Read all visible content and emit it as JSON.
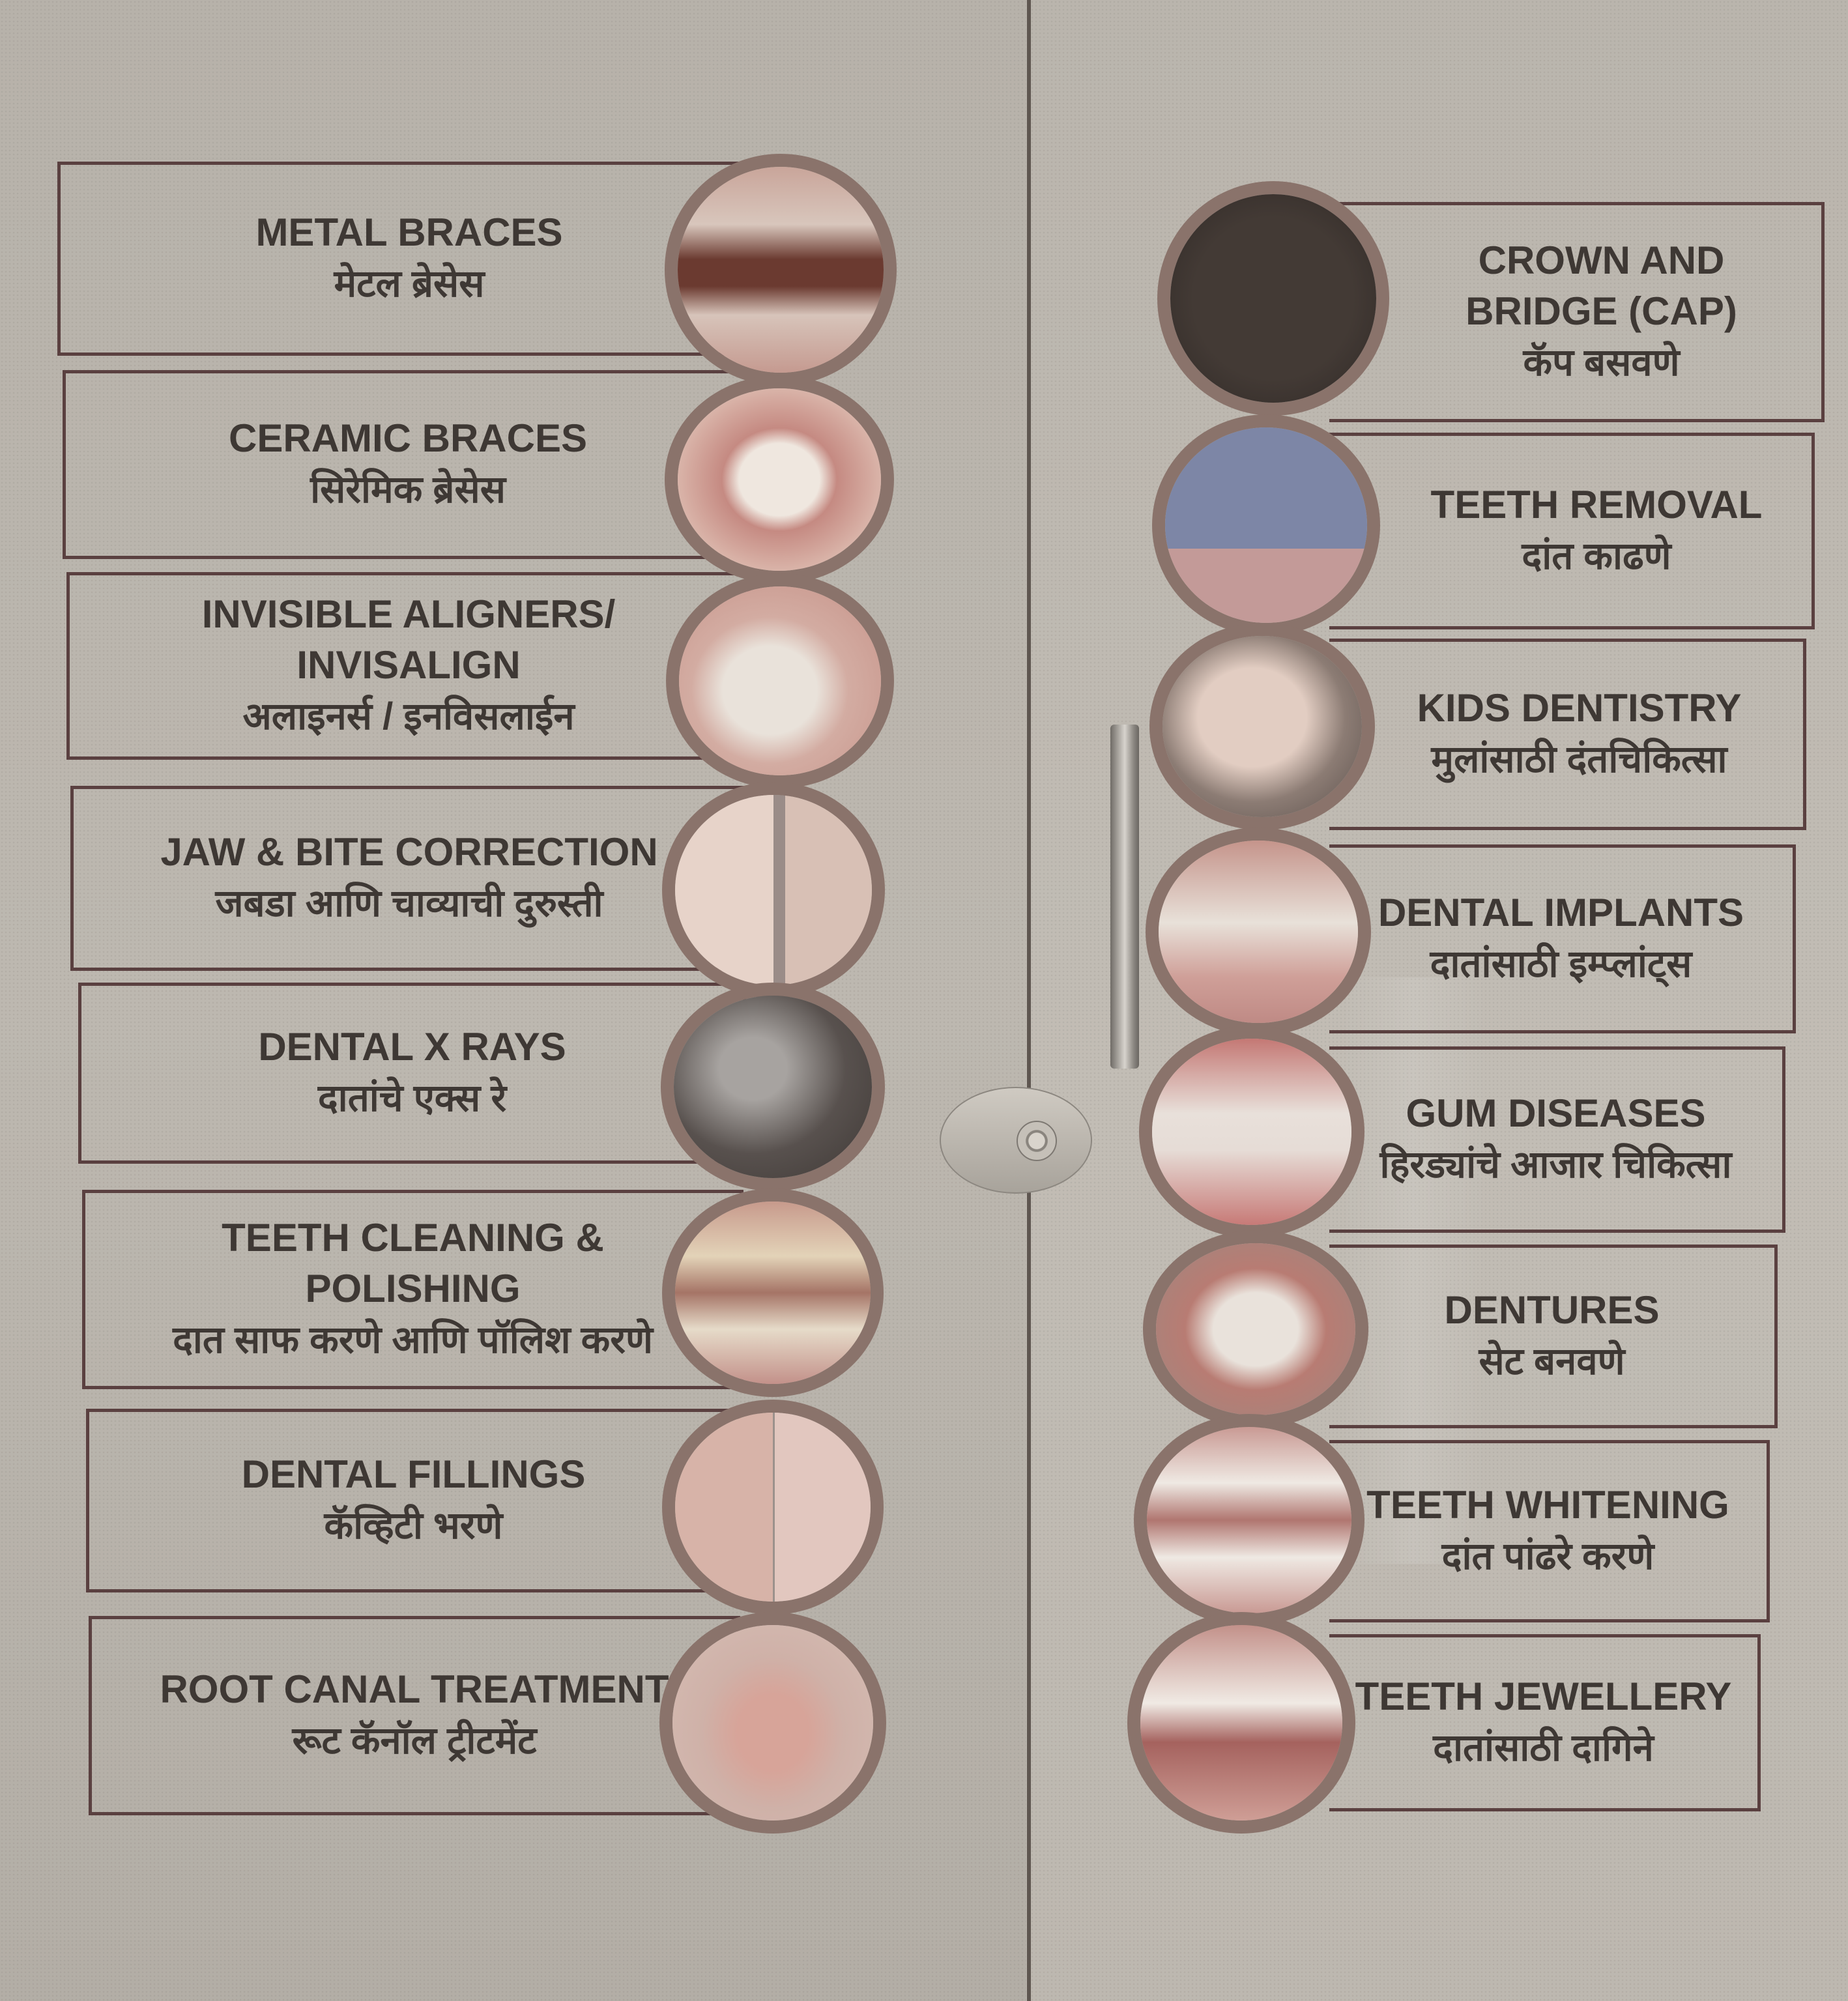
{
  "scene": {
    "description": "Glass double door of a dental clinic with services signage",
    "colors": {
      "panel_border": "#5a4040",
      "text": "#3e3834",
      "circle_ring": "#8a736b",
      "background": "#b9b4ac"
    }
  },
  "left_services": [
    {
      "en": "METAL BRACES",
      "mr": "मेटल ब्रेसेस",
      "image": "metal-braces-photo"
    },
    {
      "en": "CERAMIC BRACES",
      "mr": "सिरेमिक ब्रेसेस",
      "image": "ceramic-braces-photo"
    },
    {
      "en": "INVISIBLE ALIGNERS/ INVISALIGN",
      "mr": "अलाइनर्स / इनविसलाईन",
      "image": "aligners-photo"
    },
    {
      "en": "JAW & BITE  CORRECTION",
      "mr": "जबडा आणि चाव्याची दुरुस्ती",
      "image": "jaw-profile-photo"
    },
    {
      "en": "DENTAL X RAYS",
      "mr": "दातांचे एक्स रे",
      "image": "xray-photo"
    },
    {
      "en": "TEETH CLEANING & POLISHING",
      "mr": "दात साफ करणे आणि पॉलिश करणे",
      "image": "cleaning-photo"
    },
    {
      "en": "DENTAL FILLINGS",
      "mr": "कॅव्हिटी भरणे",
      "image": "fillings-photo"
    },
    {
      "en": "ROOT CANAL TREATMENT",
      "mr": "रूट कॅनॉल ट्रीटमेंट",
      "image": "root-canal-photo"
    }
  ],
  "right_services": [
    {
      "en": "CROWN AND BRIDGE (CAP)",
      "mr": "कॅप बसवणे",
      "image": "crown-photo"
    },
    {
      "en": "TEETH REMOVAL",
      "mr": "दांत काढणे",
      "image": "tooth-cartoon"
    },
    {
      "en": "KIDS DENTISTRY",
      "mr": "मुलांसाठी दंतचिकित्सा",
      "image": "kid-patient-photo"
    },
    {
      "en": "DENTAL IMPLANTS",
      "mr": "दातांसाठी इम्प्लांट्स",
      "image": "implant-photo"
    },
    {
      "en": "GUM DISEASES",
      "mr": "हिरड्यांचे आजार चिकित्सा",
      "image": "gums-photo"
    },
    {
      "en": "DENTURES",
      "mr": "सेट बनवणे",
      "image": "dentures-photo"
    },
    {
      "en": "TEETH WHITENING",
      "mr": "दांत पांढरे करणे",
      "image": "whitening-photo"
    },
    {
      "en": "TEETH JEWELLERY",
      "mr": "दातांसाठी दागिने",
      "image": "tooth-jewel-photo"
    }
  ]
}
